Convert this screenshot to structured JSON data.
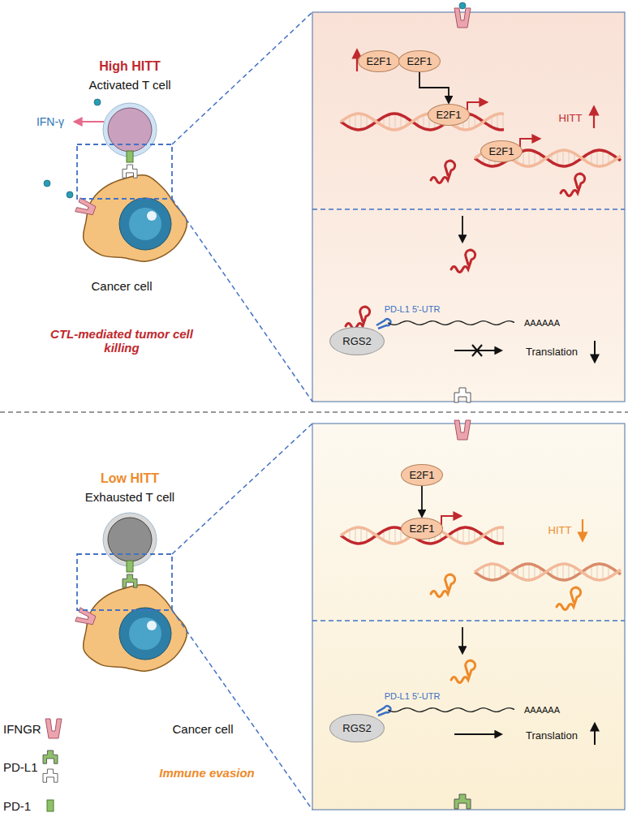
{
  "diagram": {
    "nodes": [
      {
        "text": [
          "E2F1"
        ]
      },
      {
        "text": [
          "E2F1"
        ]
      },
      {
        "text": [
          "E2F1"
        ]
      },
      {
        "text": [
          "E2F1"
        ]
      },
      {
        "text": [
          "RGS2"
        ]
      },
      {
        "text": [
          "E2F1"
        ]
      },
      {
        "text": [
          "E2F1"
        ]
      },
      {
        "text": [
          "RGS2"
        ]
      }
    ],
    "edges": [
      {
        "from": 1,
        "to": 2,
        "arrow": "to"
      },
      {
        "from": 5,
        "to": 6,
        "arrow": "to"
      }
    ],
    "labels": [
      "High HITT",
      "Activated T cell",
      "IFN-γ",
      "Cancer cell",
      "CTL-mediated tumor cell killing",
      "HITT",
      "PD-L1 5′-UTR",
      "AAAAAA",
      "Translation",
      "Low HITT",
      "Exhausted T cell",
      "Cancer cell",
      "Immune evasion",
      "HITT",
      "PD-L1 5′-UTR",
      "AAAAAA",
      "Translation"
    ],
    "legend": [
      {
        "text": "IFNGR"
      },
      {
        "text": "PD-L1"
      },
      {
        "text": "PD-1"
      }
    ]
  }
}
